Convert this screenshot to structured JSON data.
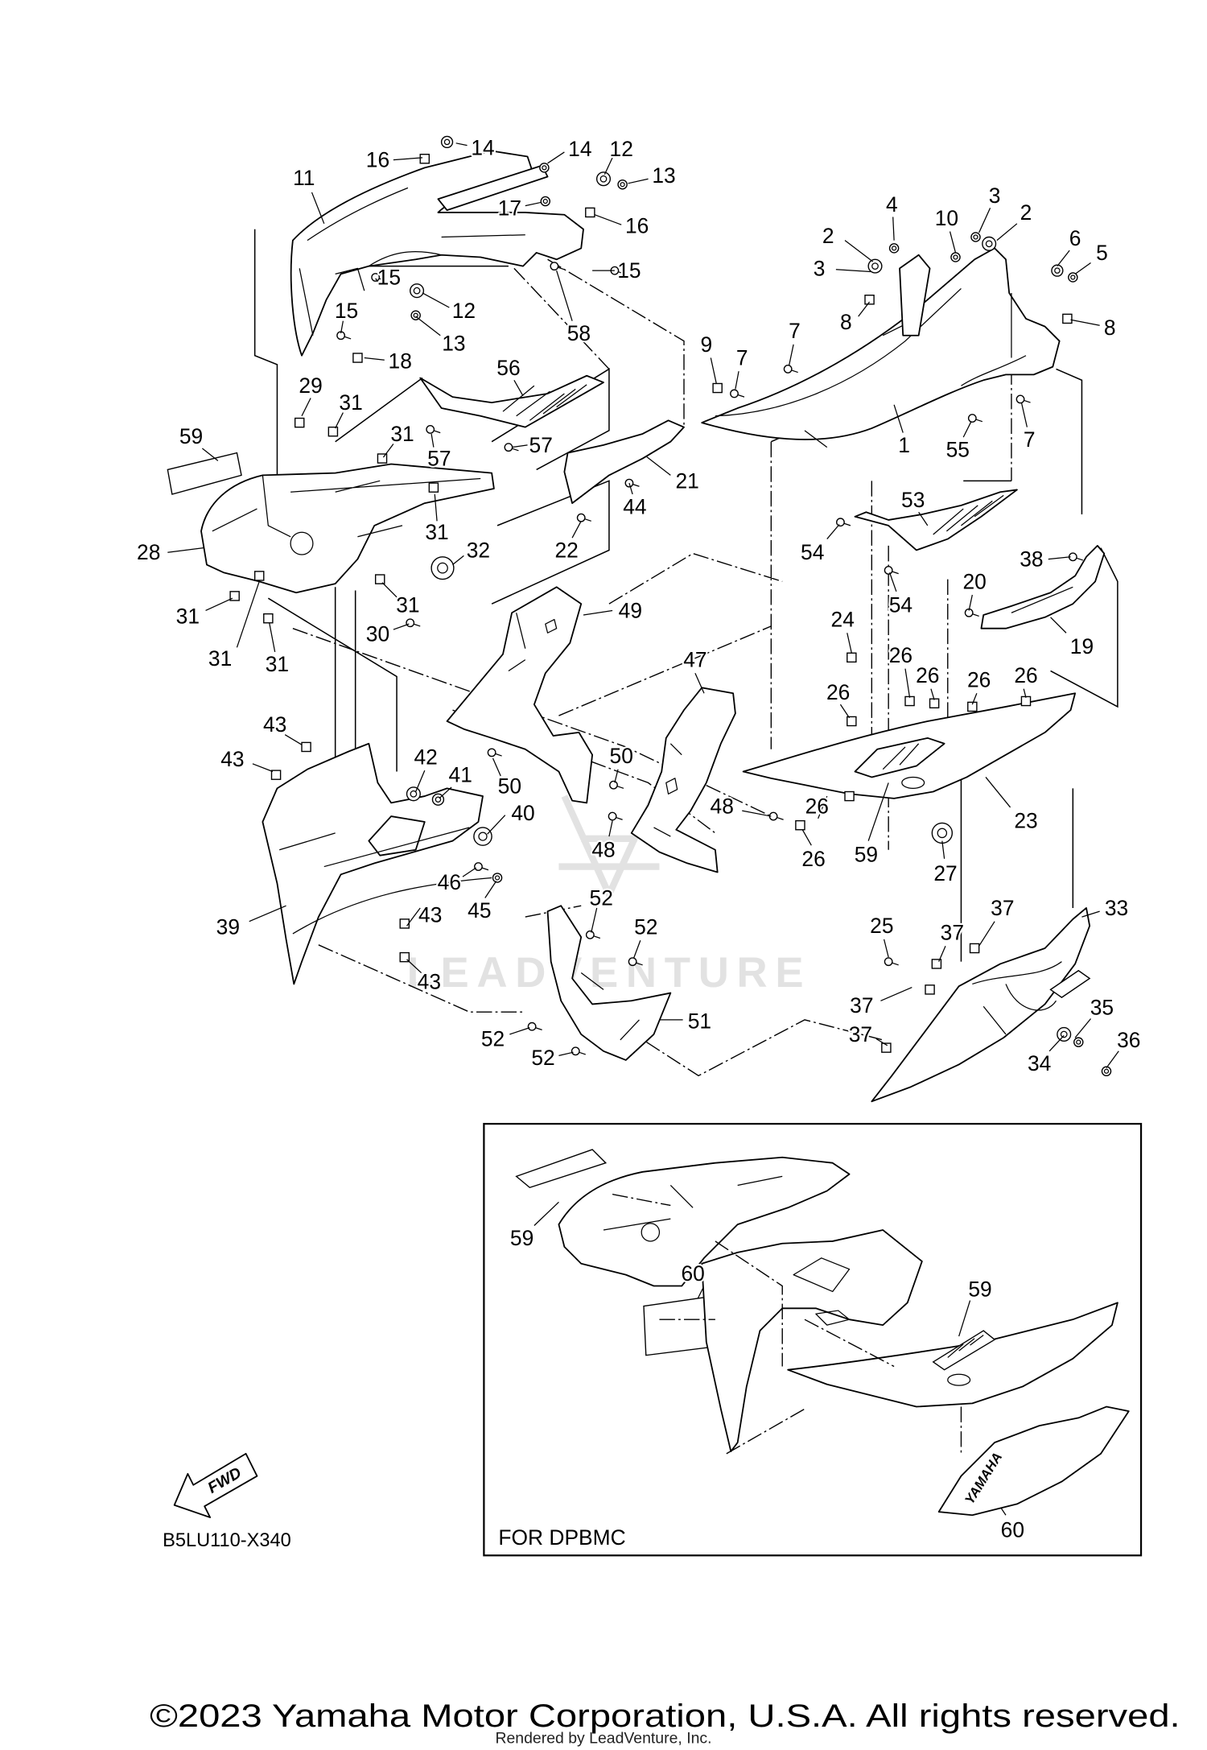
{
  "diagram": {
    "callouts": [
      "16",
      "14",
      "14",
      "12",
      "13",
      "11",
      "17",
      "16",
      "15",
      "15",
      "12",
      "15",
      "13",
      "58",
      "18",
      "29",
      "31",
      "56",
      "59",
      "31",
      "57",
      "57",
      "21",
      "44",
      "31",
      "32",
      "22",
      "28",
      "31",
      "31",
      "30",
      "31",
      "31",
      "49",
      "3",
      "2",
      "4",
      "10",
      "2",
      "6",
      "5",
      "3",
      "8",
      "8",
      "7",
      "9",
      "7",
      "1",
      "55",
      "7",
      "53",
      "54",
      "54",
      "38",
      "20",
      "19",
      "24",
      "26",
      "26",
      "26",
      "26",
      "26",
      "47",
      "23",
      "26",
      "59",
      "27",
      "26",
      "43",
      "43",
      "42",
      "41",
      "50",
      "50",
      "40",
      "48",
      "48",
      "46",
      "45",
      "43",
      "39",
      "43",
      "52",
      "52",
      "51",
      "52",
      "52",
      "37",
      "33",
      "37",
      "25",
      "37",
      "37",
      "35",
      "36",
      "34",
      "59",
      "60",
      "59",
      "60"
    ],
    "inset_caption": "FOR DPBMC",
    "direction_label": "FWD",
    "diagram_code": "B5LU110-X340",
    "decal_logo": "YAMAHA",
    "watermark": "LEADVENTURE"
  },
  "footer": {
    "copyright": "©2023 Yamaha Motor Corporation, U.S.A. All rights reserved.",
    "rendered_by": "Rendered by LeadVenture, Inc."
  },
  "colors": {
    "ink": "#000000",
    "paper": "#ffffff",
    "watermark": "#e2e2e2"
  }
}
